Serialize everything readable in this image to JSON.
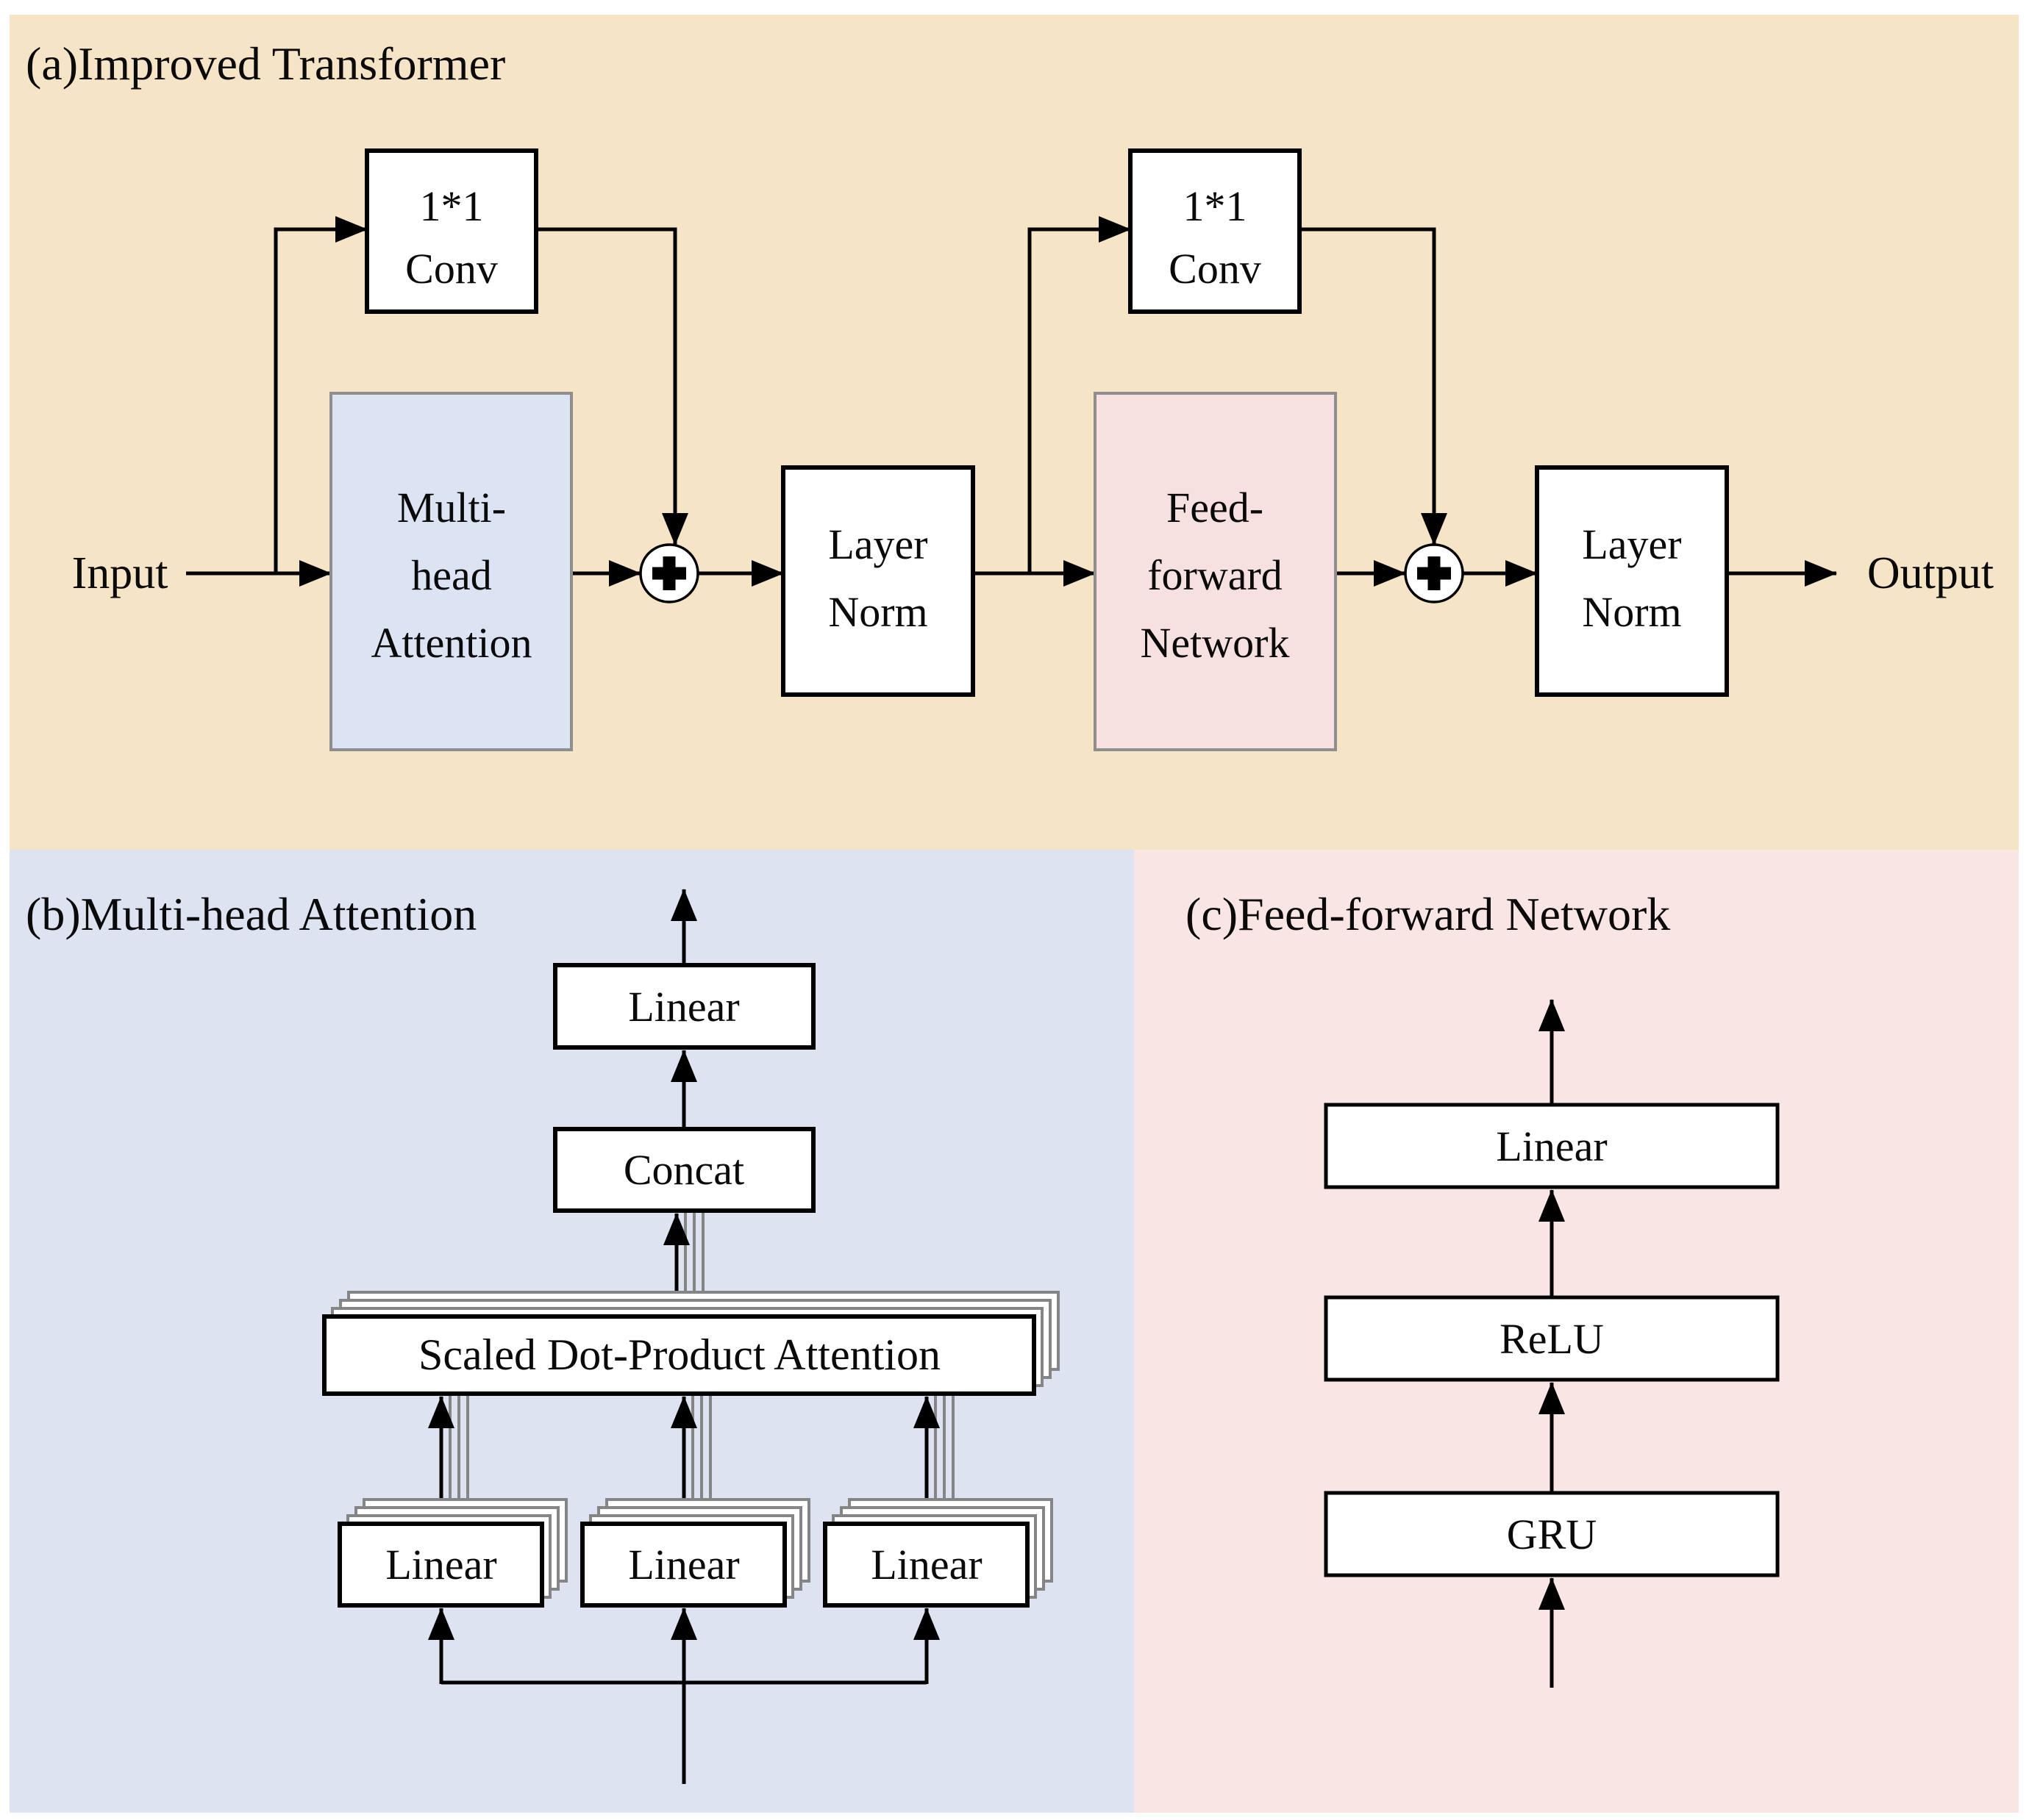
{
  "page": {
    "background": "#FFFFFF"
  },
  "colors": {
    "line": "#000000",
    "box_border": "#000000",
    "stack_border": "#858585",
    "box_fill": "#FFFFFF"
  },
  "panels": {
    "a": {
      "title": "(a)Improved Transformer",
      "background": "#F6E4C6",
      "input_label": "Input",
      "output_label": "Output",
      "add_symbol": "+",
      "nodes": {
        "conv1": {
          "line1": "1*1",
          "line2": "Conv"
        },
        "multi_head_attention": {
          "line1": "Multi-",
          "line2": "head",
          "line3": "Attention",
          "fill": "#DCE3F3",
          "border": "#8E8E8E"
        },
        "layer_norm1": {
          "line1": "Layer",
          "line2": "Norm"
        },
        "conv2": {
          "line1": "1*1",
          "line2": "Conv"
        },
        "feed_forward": {
          "line1": "Feed-",
          "line2": "forward",
          "line3": "Network",
          "fill": "#F6E1E0",
          "border": "#8E8E8E"
        },
        "layer_norm2": {
          "line1": "Layer",
          "line2": "Norm"
        }
      }
    },
    "b": {
      "title": "(b)Multi-head Attention",
      "background": "#DEE3F2",
      "nodes": {
        "linear_out": "Linear",
        "concat": "Concat",
        "scaled_dot_product_attention": "Scaled Dot-Product Attention",
        "linear_left": "Linear",
        "linear_center": "Linear",
        "linear_right": "Linear"
      }
    },
    "c": {
      "title": "(c)Feed-forward Network",
      "background": "#F9E6E4",
      "nodes": {
        "linear": "Linear",
        "relu": "ReLU",
        "gru": "GRU"
      }
    }
  }
}
